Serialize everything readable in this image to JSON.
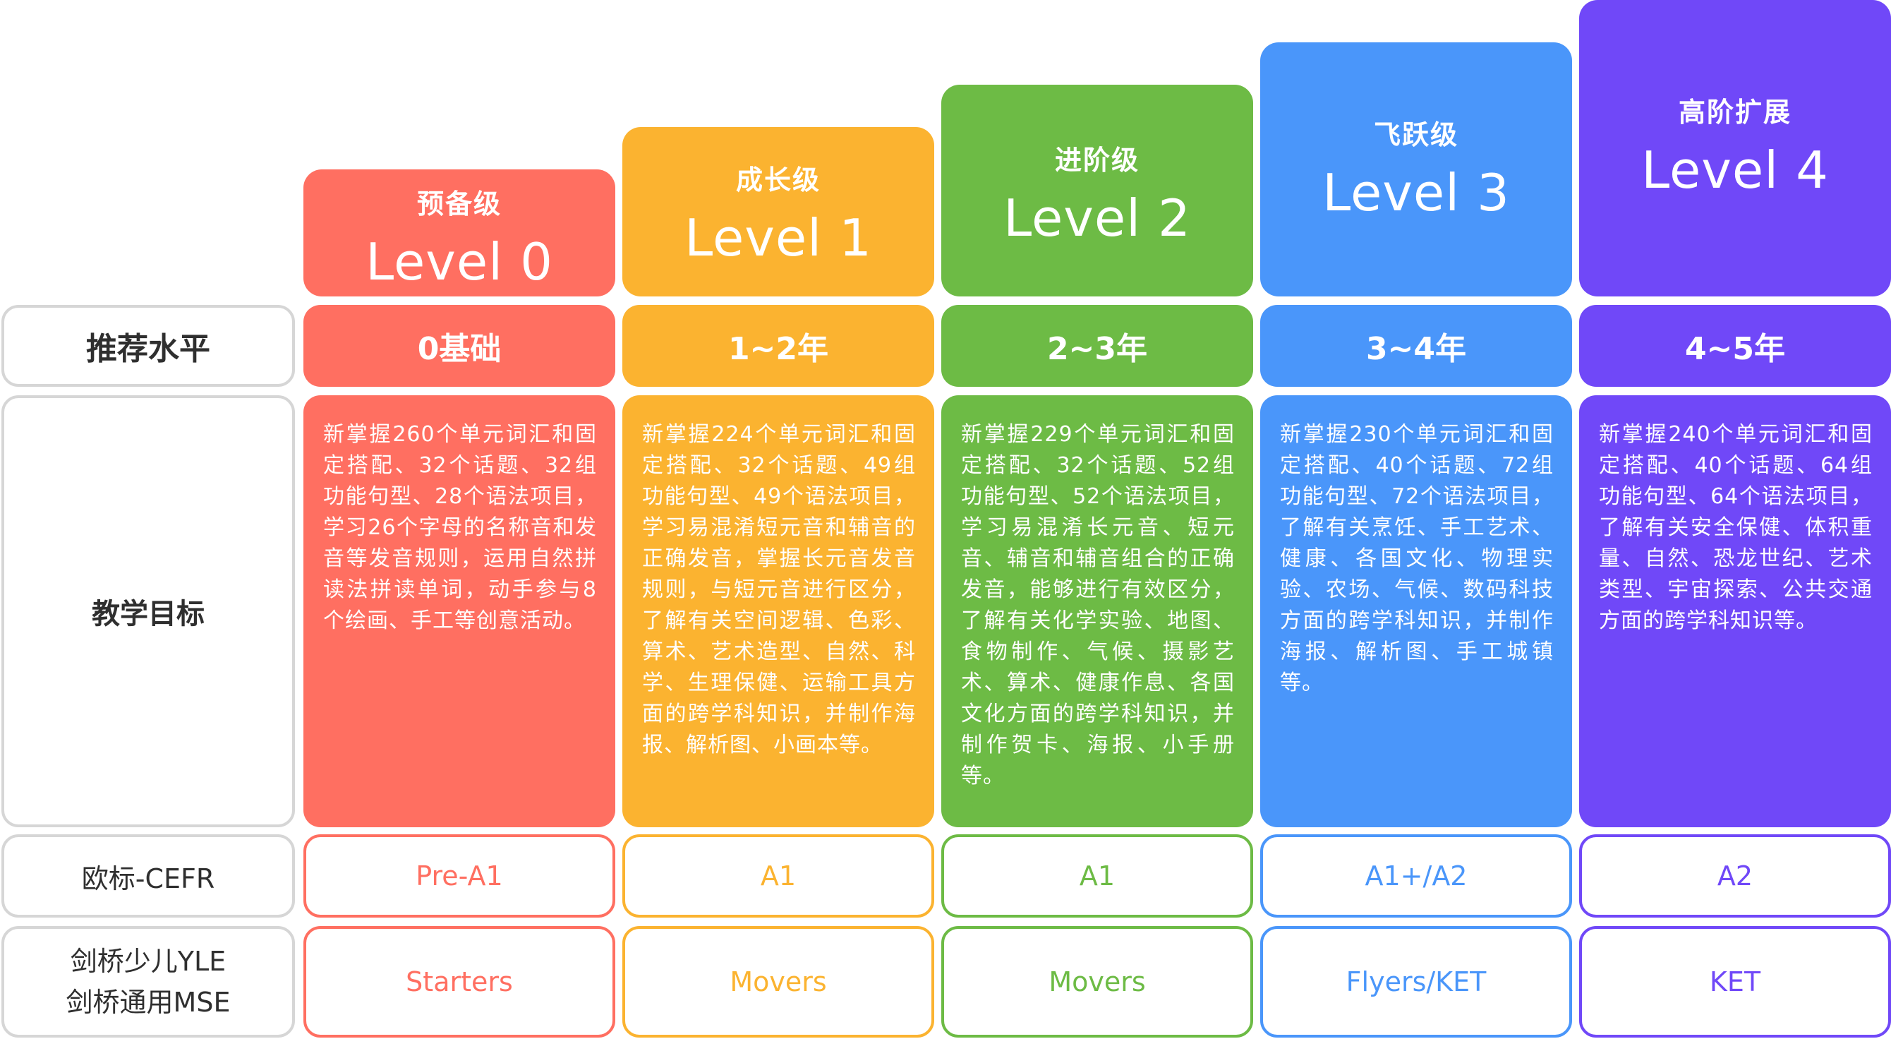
{
  "row_labels": {
    "recommended": "推荐水平",
    "goals": "教学目标",
    "cefr": "欧标-CEFR",
    "cambridge_line1": "剑桥少儿YLE",
    "cambridge_line2": "剑桥通用MSE"
  },
  "levels": [
    {
      "subtitle": "预备级",
      "title": "Level 0",
      "recommended": "0基础",
      "goals": "新掌握260个单元词汇和固定搭配、32个话题、32组功能句型、28个语法项目，学习26个字母的名称音和发音等发音规则，运用自然拼读法拼读单词，动手参与8个绘画、手工等创意活动。",
      "cefr": "Pre-A1",
      "cambridge": "Starters",
      "color": "#FF6F61"
    },
    {
      "subtitle": "成长级",
      "title": "Level 1",
      "recommended": "1~2年",
      "goals": "新掌握224个单元词汇和固定搭配、32个话题、49组功能句型、49个语法项目，学习易混淆短元音和辅音的正确发音，掌握长元音发音规则，与短元音进行区分，了解有关空间逻辑、色彩、算术、艺术造型、自然、科学、生理保健、运输工具方面的跨学科知识，并制作海报、解析图、小画本等。",
      "cefr": "A1",
      "cambridge": "Movers",
      "color": "#FBB330"
    },
    {
      "subtitle": "进阶级",
      "title": "Level 2",
      "recommended": "2~3年",
      "goals": "新掌握229个单元词汇和固定搭配、32个话题、52组功能句型、52个语法项目，学习易混淆长元音、短元音、辅音和辅音组合的正确发音，能够进行有效区分，了解有关化学实验、地图、食物制作、气候、摄影艺术、算术、健康作息、各国文化方面的跨学科知识，并制作贺卡、海报、小手册等。",
      "cefr": "A1",
      "cambridge": "Movers",
      "color": "#6DBB45"
    },
    {
      "subtitle": "飞跃级",
      "title": "Level 3",
      "recommended": "3~4年",
      "goals": "新掌握230个单元词汇和固定搭配、40个话题、72组功能句型、72个语法项目，了解有关烹饪、手工艺术、健康、各国文化、物理实验、农场、气候、数码科技方面的跨学科知识，并制作海报、解析图、手工城镇等。",
      "cefr": "A1+/A2",
      "cambridge": "Flyers/KET",
      "color": "#4A96FA"
    },
    {
      "subtitle": "高阶扩展",
      "title": "Level 4",
      "recommended": "4~5年",
      "goals": "新掌握240个单元词汇和固定搭配、40个话题、64组功能句型、64个语法项目，了解有关安全保健、体积重量、自然、恐龙世纪、艺术类型、宇宙探索、公共交通方面的跨学科知识等。",
      "cefr": "A2",
      "cambridge": "KET",
      "color": "#7048F8"
    }
  ]
}
